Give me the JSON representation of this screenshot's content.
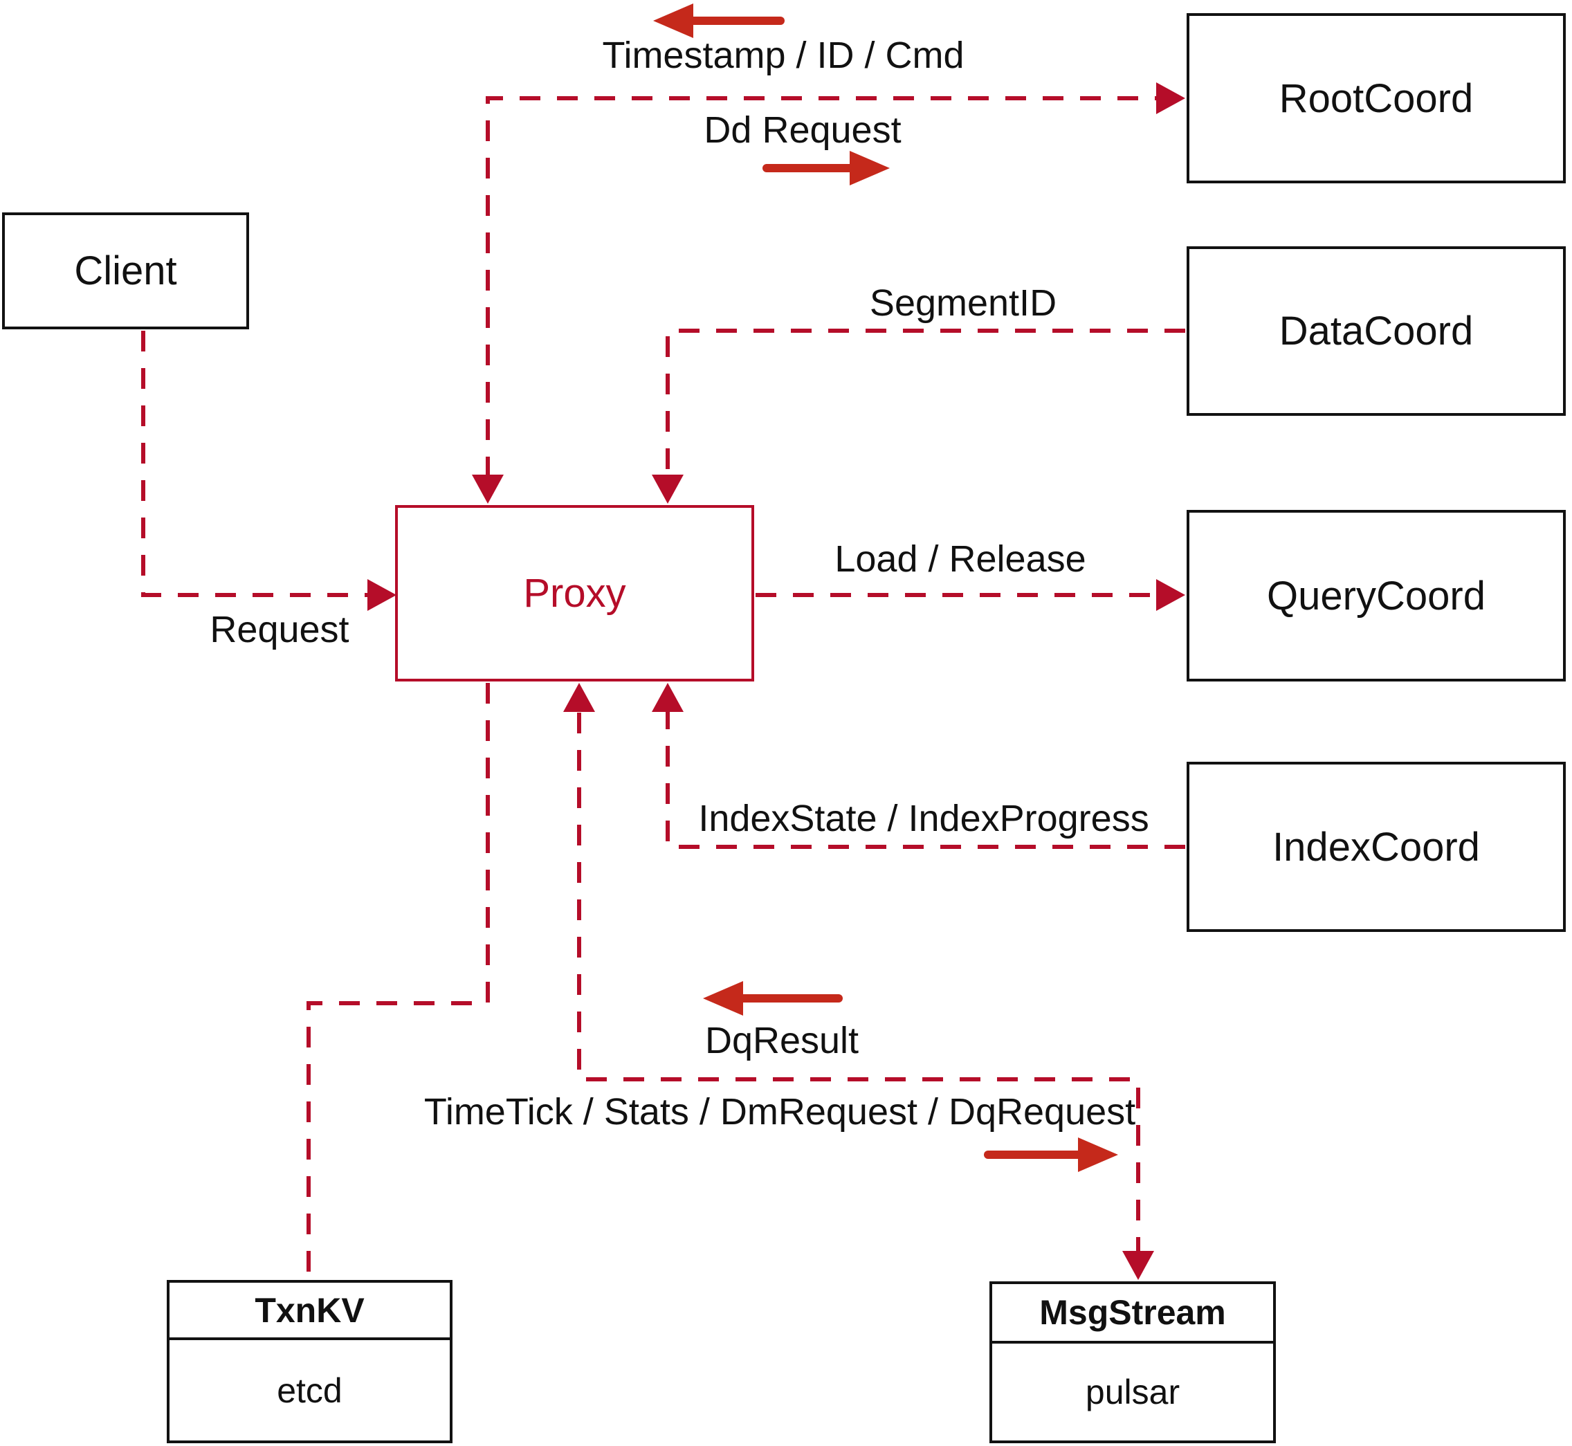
{
  "diagram": {
    "title_hint": "Proxy architecture diagram",
    "nodes": {
      "client": {
        "label": "Client"
      },
      "proxy": {
        "label": "Proxy"
      },
      "root_coord": {
        "label": "RootCoord"
      },
      "data_coord": {
        "label": "DataCoord"
      },
      "query_coord": {
        "label": "QueryCoord"
      },
      "index_coord": {
        "label": "IndexCoord"
      },
      "txn_kv": {
        "title": "TxnKV",
        "impl": "etcd"
      },
      "msg_stream": {
        "title": "MsgStream",
        "impl": "pulsar"
      }
    },
    "edge_labels": {
      "request": "Request",
      "timestamp_id_cmd": "Timestamp / ID / Cmd",
      "dd_request": "Dd Request",
      "segment_id": "SegmentID",
      "load_release": "Load / Release",
      "index_state_progress": "IndexState / IndexProgress",
      "dq_result": "DqResult",
      "time_tick": "TimeTick / Stats / DmRequest / DqRequest"
    },
    "colors": {
      "dashed_line": "#b50d29",
      "solid_arrow": "#c5291b",
      "box_border": "#121212",
      "text": "#111111",
      "proxy_accent": "#b50d29",
      "background": "#ffffff"
    }
  }
}
